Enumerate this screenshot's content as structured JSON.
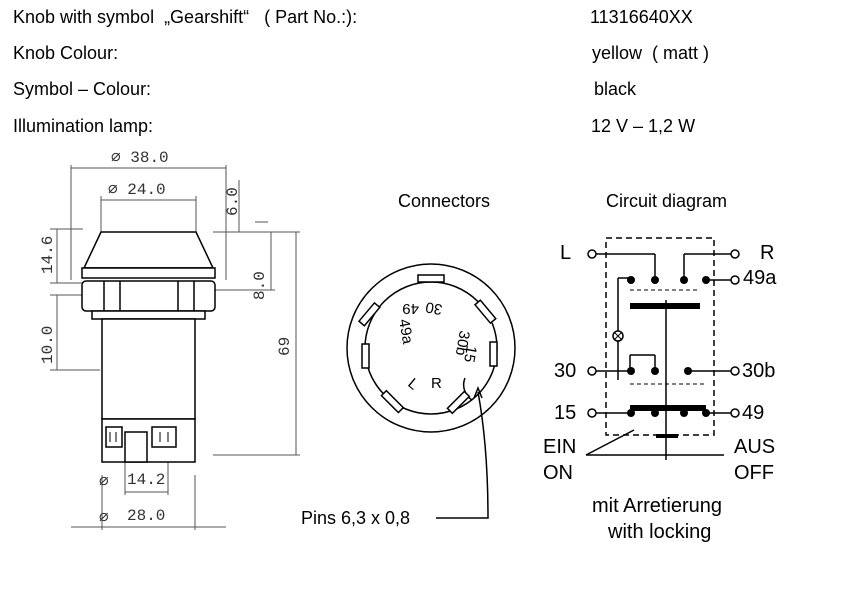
{
  "specs": {
    "part_label": "Knob with symbol  „Gearshift“   ( Part No.:):",
    "part_value": "11316640XX",
    "knob_colour_label": "Knob Colour:",
    "knob_colour_value": "yellow  ( matt )",
    "symbol_colour_label": "Symbol – Colour:",
    "symbol_colour_value": "black",
    "lamp_label": "Illumination lamp:",
    "lamp_value": "12 V – 1,2 W"
  },
  "drawing": {
    "dim_d38": "∅ 38.0",
    "dim_d24": "∅ 24.0",
    "dim_6": "6.0",
    "dim_14_6": "14.6",
    "dim_8": "8.0",
    "dim_10": "10.0",
    "dim_69": "69",
    "dim_14_2": "14.2",
    "dim_d28": "28.0",
    "dim_phi": "∅"
  },
  "connectors": {
    "title": "Connectors",
    "pins_note": "Pins 6,3 x 0,8",
    "pin_labels": [
      "49",
      "30",
      "30b",
      "15",
      "49a",
      "L",
      "R"
    ]
  },
  "circuit": {
    "title": "Circuit diagram",
    "L": "L",
    "R": "R",
    "t49a": "49a",
    "t30": "30",
    "t30b": "30b",
    "t15": "15",
    "t49": "49",
    "ein": "EIN",
    "on": "ON",
    "aus": "AUS",
    "off": "OFF",
    "note1": "mit Arretierung",
    "note2": "with locking"
  }
}
